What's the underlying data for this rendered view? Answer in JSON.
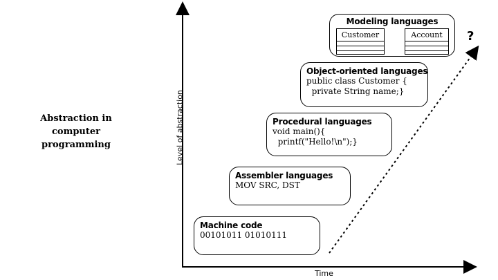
{
  "side_title": [
    "Abstraction in",
    "computer",
    "programming"
  ],
  "axes": {
    "y_label": "Level of abstraction",
    "x_label": "Time"
  },
  "boxes": {
    "machine": {
      "title": "Machine code",
      "lines": [
        "00101011 01010111"
      ]
    },
    "assembler": {
      "title": "Assembler languages",
      "lines": [
        "MOV SRC, DST"
      ]
    },
    "procedural": {
      "title": "Procedural languages",
      "lines": [
        "void main(){",
        "  printf(\"Hello!\\n\");}"
      ]
    },
    "oo": {
      "title": "Object-oriented languages",
      "lines": [
        "public class Customer {",
        "  private String name;}"
      ]
    },
    "modeling": {
      "title": "Modeling languages",
      "uml": [
        "Customer",
        "Account"
      ]
    }
  },
  "future_marker": "?"
}
